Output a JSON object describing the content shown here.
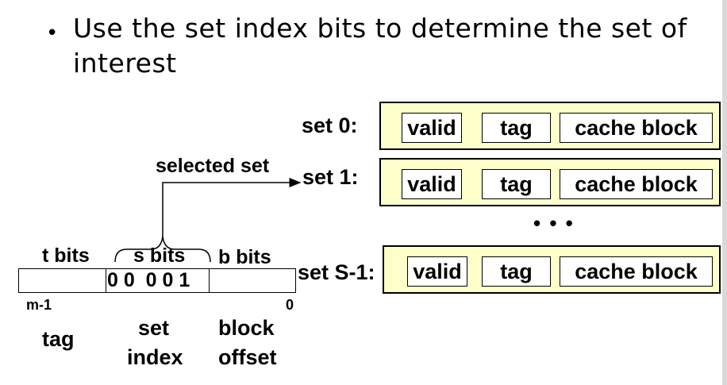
{
  "bullet": {
    "line1": "Use the set index bits to determine the set of",
    "line2": "interest"
  },
  "sets": [
    {
      "label": "set 0:",
      "fields": [
        "valid",
        "tag",
        "cache block"
      ]
    },
    {
      "label": "set 1:",
      "fields": [
        "valid",
        "tag",
        "cache block"
      ]
    },
    {
      "label": "set S-1:",
      "fields": [
        "valid",
        "tag",
        "cache block"
      ]
    }
  ],
  "ellipsis": "• • •",
  "selected_set_label": "selected set",
  "address": {
    "t_bits": "t bits",
    "s_bits": "s bits",
    "b_bits": "b bits",
    "set_index_value": "0 0  0 0 1",
    "high_bit": "m-1",
    "low_bit": "0",
    "field_tag": "tag",
    "field_set_line1": "set",
    "field_set_line2": "index",
    "field_block_line1": "block",
    "field_block_line2": "offset"
  },
  "colors": {
    "set_fill": "#ffffcc",
    "cell_fill": "#ffffff"
  }
}
